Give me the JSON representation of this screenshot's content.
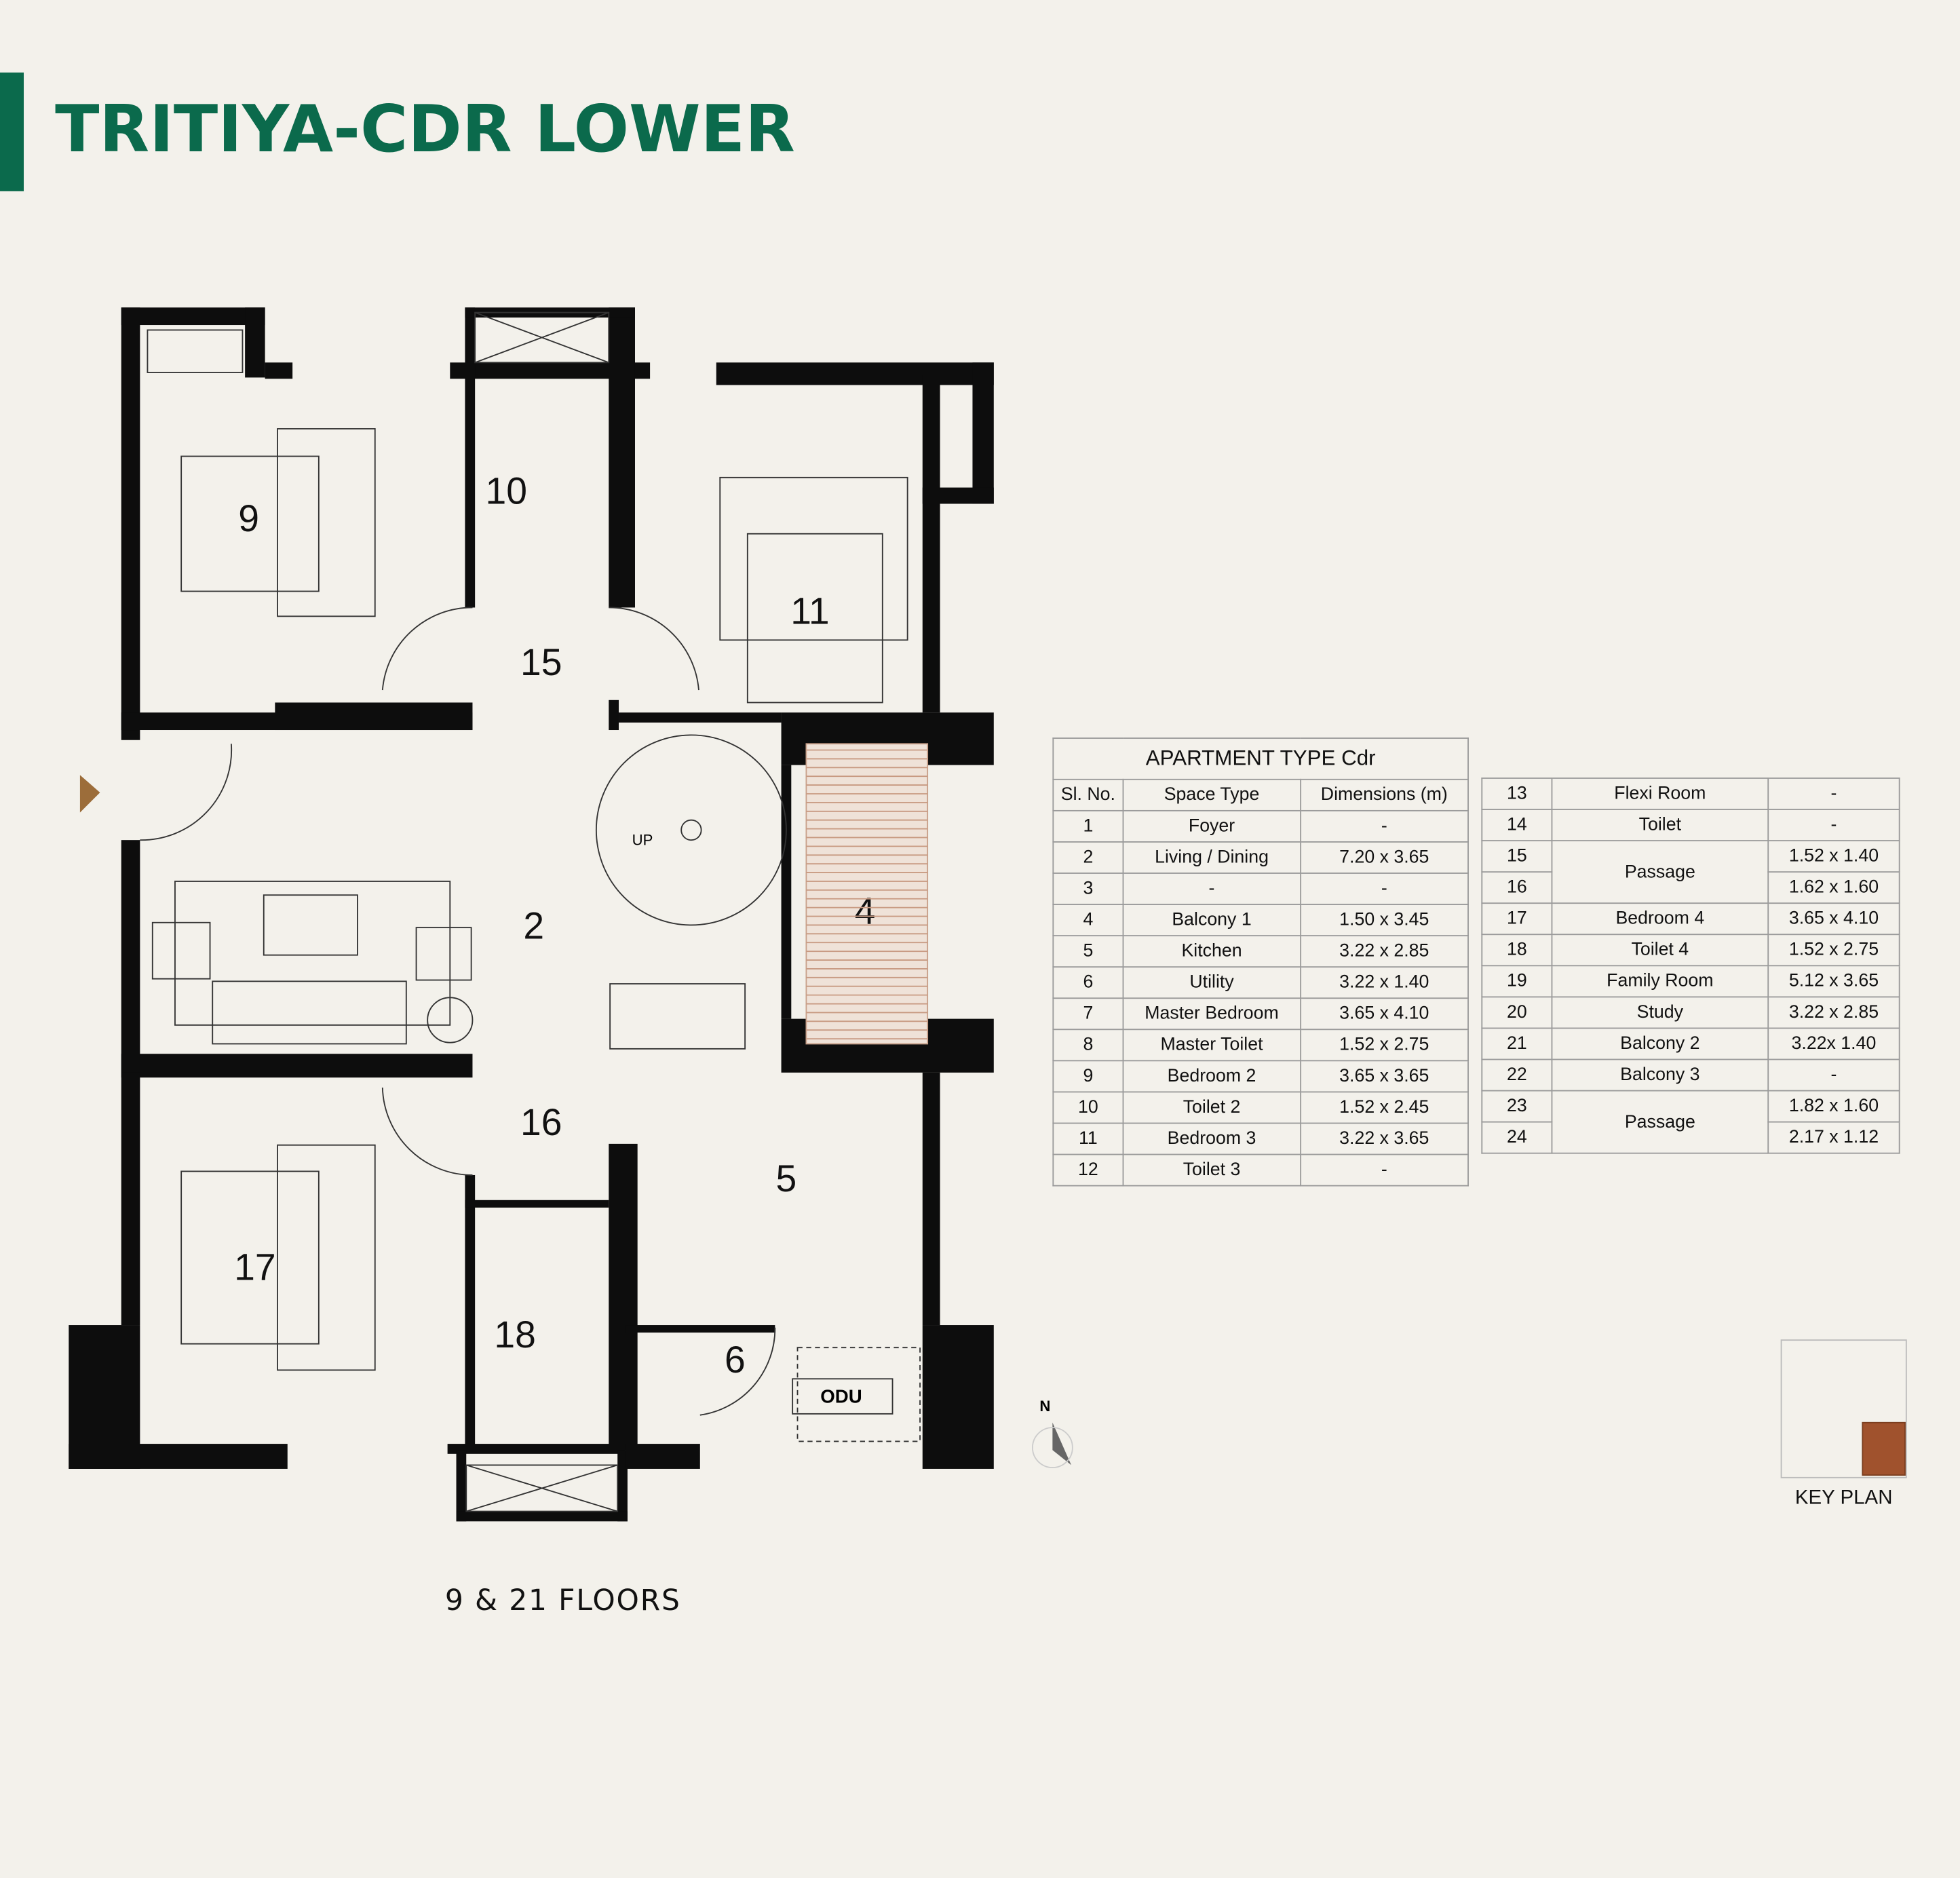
{
  "title": "TRITIYA-CDR LOWER",
  "accent_color": "#0b6a4c",
  "floors_label": "9 & 21 FLOORS",
  "plan": {
    "room_labels": [
      "9",
      "10",
      "11",
      "15",
      "2",
      "4",
      "16",
      "5",
      "17",
      "18",
      "6"
    ],
    "up_label": "UP",
    "odu_label": "ODU",
    "north_label": "N"
  },
  "key_plan": {
    "label": "KEY PLAN",
    "highlight_color": "#a0522d"
  },
  "table1": {
    "caption": "APARTMENT TYPE Cdr",
    "headers": [
      "Sl. No.",
      "Space Type",
      "Dimensions (m)"
    ],
    "rows": [
      [
        "1",
        "Foyer",
        "-"
      ],
      [
        "2",
        "Living / Dining",
        "7.20 x 3.65"
      ],
      [
        "3",
        "-",
        "-"
      ],
      [
        "4",
        "Balcony 1",
        "1.50 x 3.45"
      ],
      [
        "5",
        "Kitchen",
        "3.22 x 2.85"
      ],
      [
        "6",
        "Utility",
        "3.22 x 1.40"
      ],
      [
        "7",
        "Master Bedroom",
        "3.65 x 4.10"
      ],
      [
        "8",
        "Master Toilet",
        "1.52 x 2.75"
      ],
      [
        "9",
        "Bedroom 2",
        "3.65 x 3.65"
      ],
      [
        "10",
        "Toilet 2",
        "1.52 x 2.45"
      ],
      [
        "11",
        "Bedroom 3",
        "3.22 x 3.65"
      ],
      [
        "12",
        "Toilet 3",
        "-"
      ]
    ]
  },
  "table2": {
    "rows": [
      {
        "no": "13",
        "type": "Flexi Room",
        "dim": "-"
      },
      {
        "no": "14",
        "type": "Toilet",
        "dim": "-"
      },
      {
        "no": "15",
        "type": "Passage",
        "dim": "1.52 x 1.40",
        "span": 2
      },
      {
        "no": "16",
        "dim": "1.62 x 1.60"
      },
      {
        "no": "17",
        "type": "Bedroom 4",
        "dim": "3.65 x 4.10"
      },
      {
        "no": "18",
        "type": "Toilet 4",
        "dim": "1.52 x 2.75"
      },
      {
        "no": "19",
        "type": "Family Room",
        "dim": "5.12 x 3.65"
      },
      {
        "no": "20",
        "type": "Study",
        "dim": "3.22 x 2.85"
      },
      {
        "no": "21",
        "type": "Balcony 2",
        "dim": "3.22x 1.40"
      },
      {
        "no": "22",
        "type": "Balcony 3",
        "dim": "-"
      },
      {
        "no": "23",
        "type": "Passage",
        "dim": "1.82 x 1.60",
        "span": 2
      },
      {
        "no": "24",
        "dim": "2.17 x 1.12"
      }
    ]
  }
}
